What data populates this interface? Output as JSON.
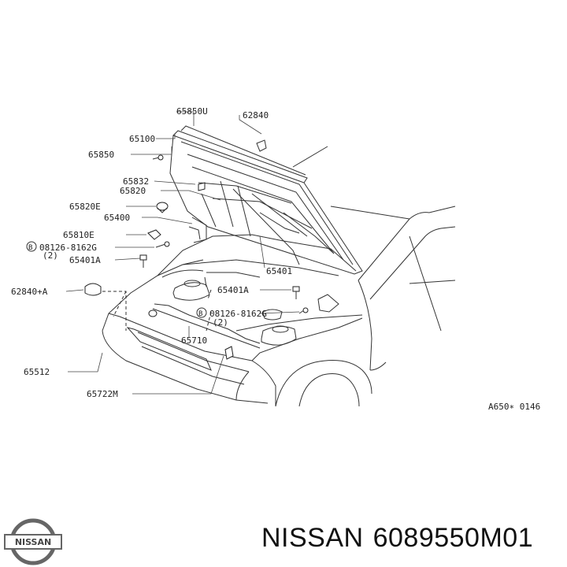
{
  "labels": {
    "p65850U": "65850U",
    "p62840": "62840",
    "p65100": "65100",
    "p65850": "65850",
    "p65832": "65832",
    "p65820": "65820",
    "p65820E": "65820E",
    "p65400": "65400",
    "p65810E": "65810E",
    "p08126a": "08126-8162G",
    "qty_a": "(2)",
    "p65401A_a": "65401A",
    "p65401": "65401",
    "p62840A": "62840+A",
    "p65401A_b": "65401A",
    "p08126b": "08126-8162G",
    "qty_b": "(2)",
    "p65710": "65710",
    "p65512": "65512",
    "p65722M": "65722M",
    "code": "A650∗ 0146",
    "circ_b": "B"
  },
  "brand": {
    "logo_text": "NISSAN",
    "name": "NISSAN",
    "part_number": "6089550M01"
  }
}
